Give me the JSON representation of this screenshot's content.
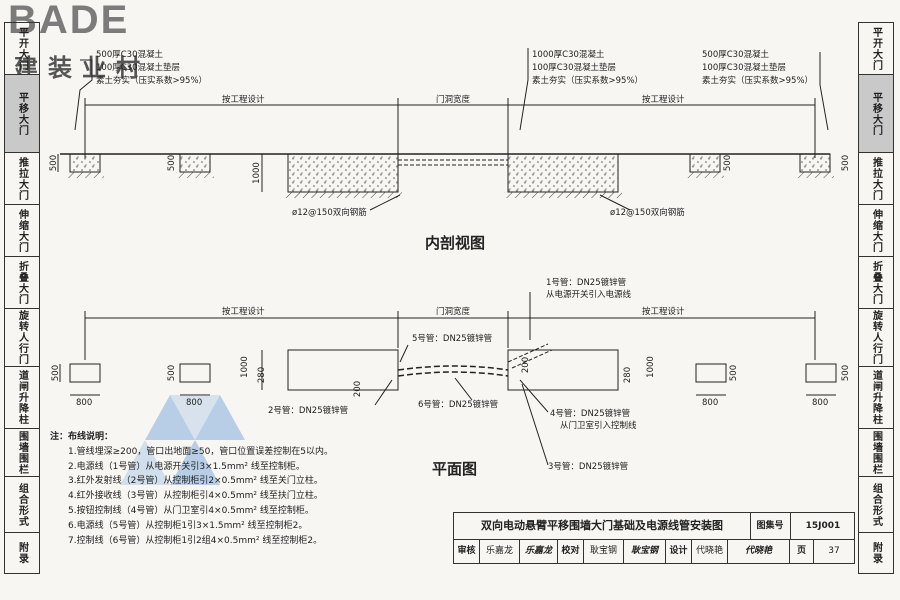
{
  "logo": {
    "brand": "BADE",
    "sub": "建装业村"
  },
  "tabs_left": [
    "平开大门",
    "平移大门",
    "推拉大门",
    "伸缩大门",
    "折叠大门",
    "旋转人行门",
    "道闸升降柱",
    "围墙围栏",
    "组合形式",
    "附录"
  ],
  "tabs_right": [
    "平开大门",
    "平移大门",
    "推拉大门",
    "伸缩大门",
    "折叠大门",
    "旋转人行门",
    "道闸升降柱",
    "围墙围栏",
    "组合形式",
    "附录"
  ],
  "section": {
    "left_labels": [
      "500厚C30混凝土",
      "100厚C30混凝土垫层",
      "素土夯实（压实系数>95%）"
    ],
    "mid_labels": [
      "1000厚C30混凝土",
      "100厚C30混凝土垫层",
      "素土夯实（压实系数>95%）"
    ],
    "right_labels": [
      "500厚C30混凝土",
      "100厚C30混凝土垫层",
      "素土夯实（压实系数>95%）"
    ],
    "dim_by_project": "按工程设计",
    "dim_opening": "门洞宽度",
    "rebar": "ø12@150双向钢筋",
    "heights": {
      "h500": "500",
      "h1000": "1000"
    },
    "title": "内剖视图"
  },
  "plan": {
    "dim_by_project": "按工程设计",
    "dim_opening": "门洞宽度",
    "d800": "800",
    "d500": "500",
    "d280": "280",
    "d1000": "1000",
    "d200": "200",
    "pipes": {
      "p1": "1号管：DN25镀锌管",
      "p1_sub": "从电源开关引入电源线",
      "p2": "2号管：DN25镀锌管",
      "p3": "3号管：DN25镀锌管",
      "p4": "4号管：DN25镀锌管",
      "p4_sub": "从门卫室引入控制线",
      "p5": "5号管：DN25镀锌管",
      "p6": "6号管：DN25镀锌管"
    },
    "title": "平面图"
  },
  "notes": {
    "title": "注：布线说明：",
    "items": [
      "1.管线埋深≥200，管口出地面≥50，管口位置误差控制在5以内。",
      "2.电源线（1号管）从电源开关引3×1.5mm² 线至控制柜。",
      "3.红外发射线（2号管）从控制柜引2×0.5mm² 线至关门立柱。",
      "4.红外接收线（3号管）从控制柜引4×0.5mm² 线至扶门立柱。",
      "5.按钮控制线（4号管）从门卫室引4×0.5mm² 线至控制柜。",
      "6.电源线（5号管）从控制柜1引3×1.5mm² 线至控制柜2。",
      "7.控制线（6号管）从控制柜1引2组4×0.5mm² 线至控制柜2。"
    ]
  },
  "title_block": {
    "title": "双向电动悬臂平移围墙大门基础及电源线管安装图",
    "atlas_label": "图集号",
    "atlas_no": "15J001",
    "review_label": "审核",
    "reviewer": "乐嘉龙",
    "reviewer_sig": "乐嘉龙",
    "check_label": "校对",
    "checker": "耿宝钢",
    "checker_sig": "耿宝钢",
    "design_label": "设计",
    "designer": "代晓艳",
    "designer_sig": "代晓艳",
    "page_label": "页",
    "page_no": "37"
  }
}
